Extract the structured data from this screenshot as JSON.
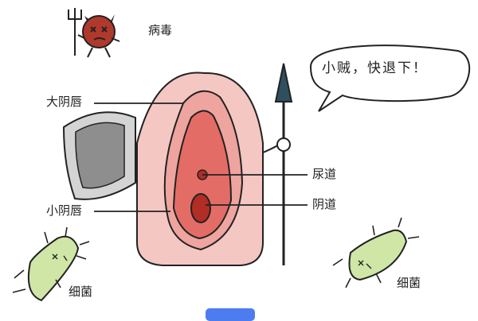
{
  "labels": {
    "virus": "病毒",
    "labia_majora": "大阴唇",
    "labia_minora": "小阴唇",
    "urethra": "尿道",
    "vagina": "阴道",
    "bacteria_left": "细菌",
    "bacteria_right": "细菌",
    "speech": "小贼，快退下！"
  },
  "colors": {
    "outer": "#f4c7c3",
    "middle": "#eea49f",
    "inner": "#e36d66",
    "opening": "#b12d25",
    "shield_outer": "#d4d4d4",
    "shield_inner": "#8e8e8e",
    "virus": "#b0392c",
    "bacteria": "#cfe6a6",
    "spear": "#2f4f5f"
  }
}
